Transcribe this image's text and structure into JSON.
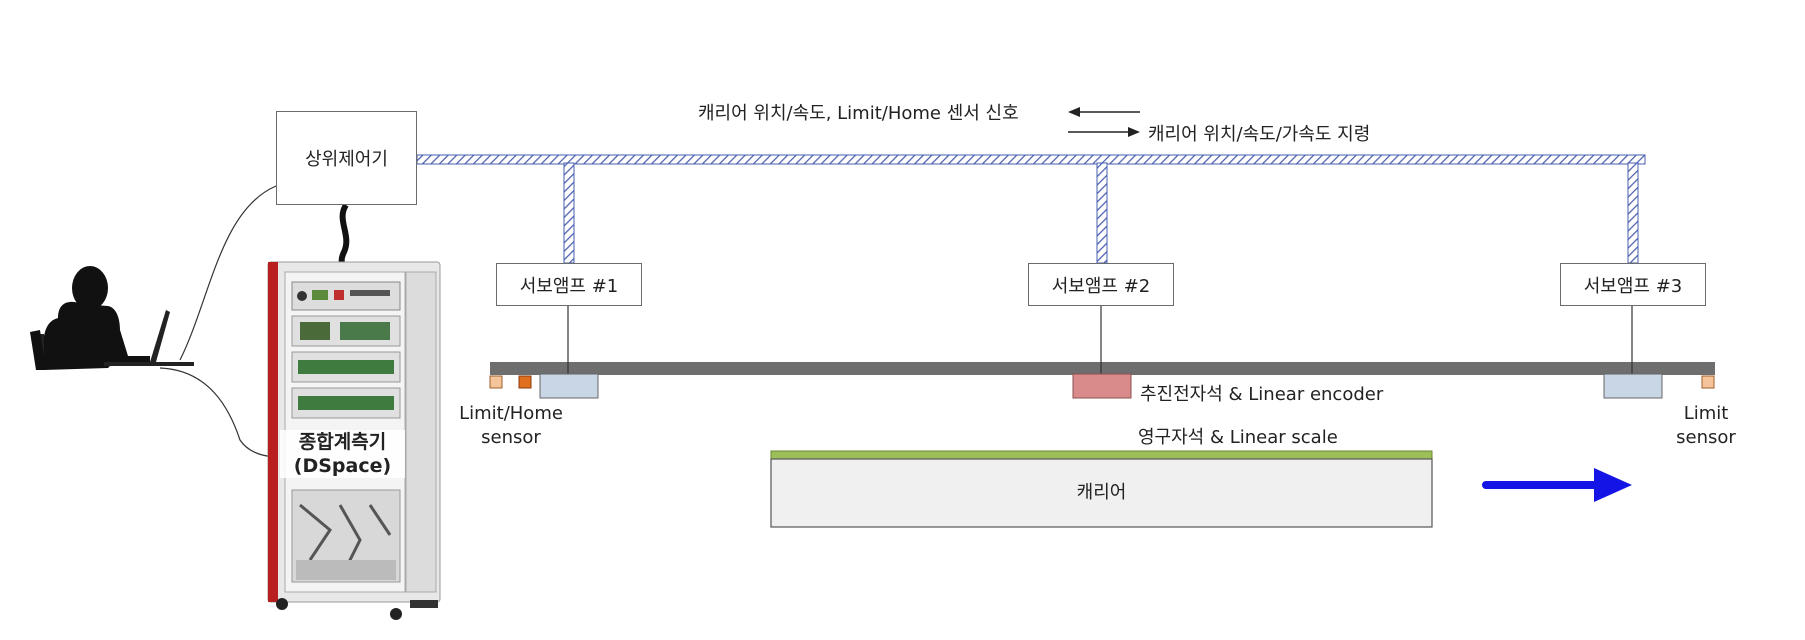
{
  "controller": {
    "label": "상위제어기"
  },
  "measurement": {
    "label_line1": "종합계측기",
    "label_line2": "(DSpace)"
  },
  "signals": {
    "feedback": "캐리어 위치/속도, Limit/Home 센서 신호",
    "command": "캐리어 위치/속도/가속도 지령"
  },
  "amps": [
    {
      "label": "서보앰프 #1"
    },
    {
      "label": "서보앰프 #2"
    },
    {
      "label": "서보앰프 #3"
    }
  ],
  "annotations": {
    "propulsion": "추진전자석 & Linear encoder",
    "permanent": "영구자석 & Linear scale",
    "left_sensor_line1": "Limit/Home",
    "left_sensor_line2": "sensor",
    "right_sensor_line1": "Limit",
    "right_sensor_line2": "sensor"
  },
  "carrier": {
    "label": "캐리어"
  },
  "colors": {
    "bus_hatch": "#4a5fb0",
    "rail": "#6e6e6e",
    "encoder": "#d98b8b",
    "blue_block": "#c9d6e6",
    "scale_green": "#9cbf5a",
    "arrow": "#1414e6",
    "sensor_light": "#f5c49a",
    "sensor_orange": "#e07020"
  }
}
